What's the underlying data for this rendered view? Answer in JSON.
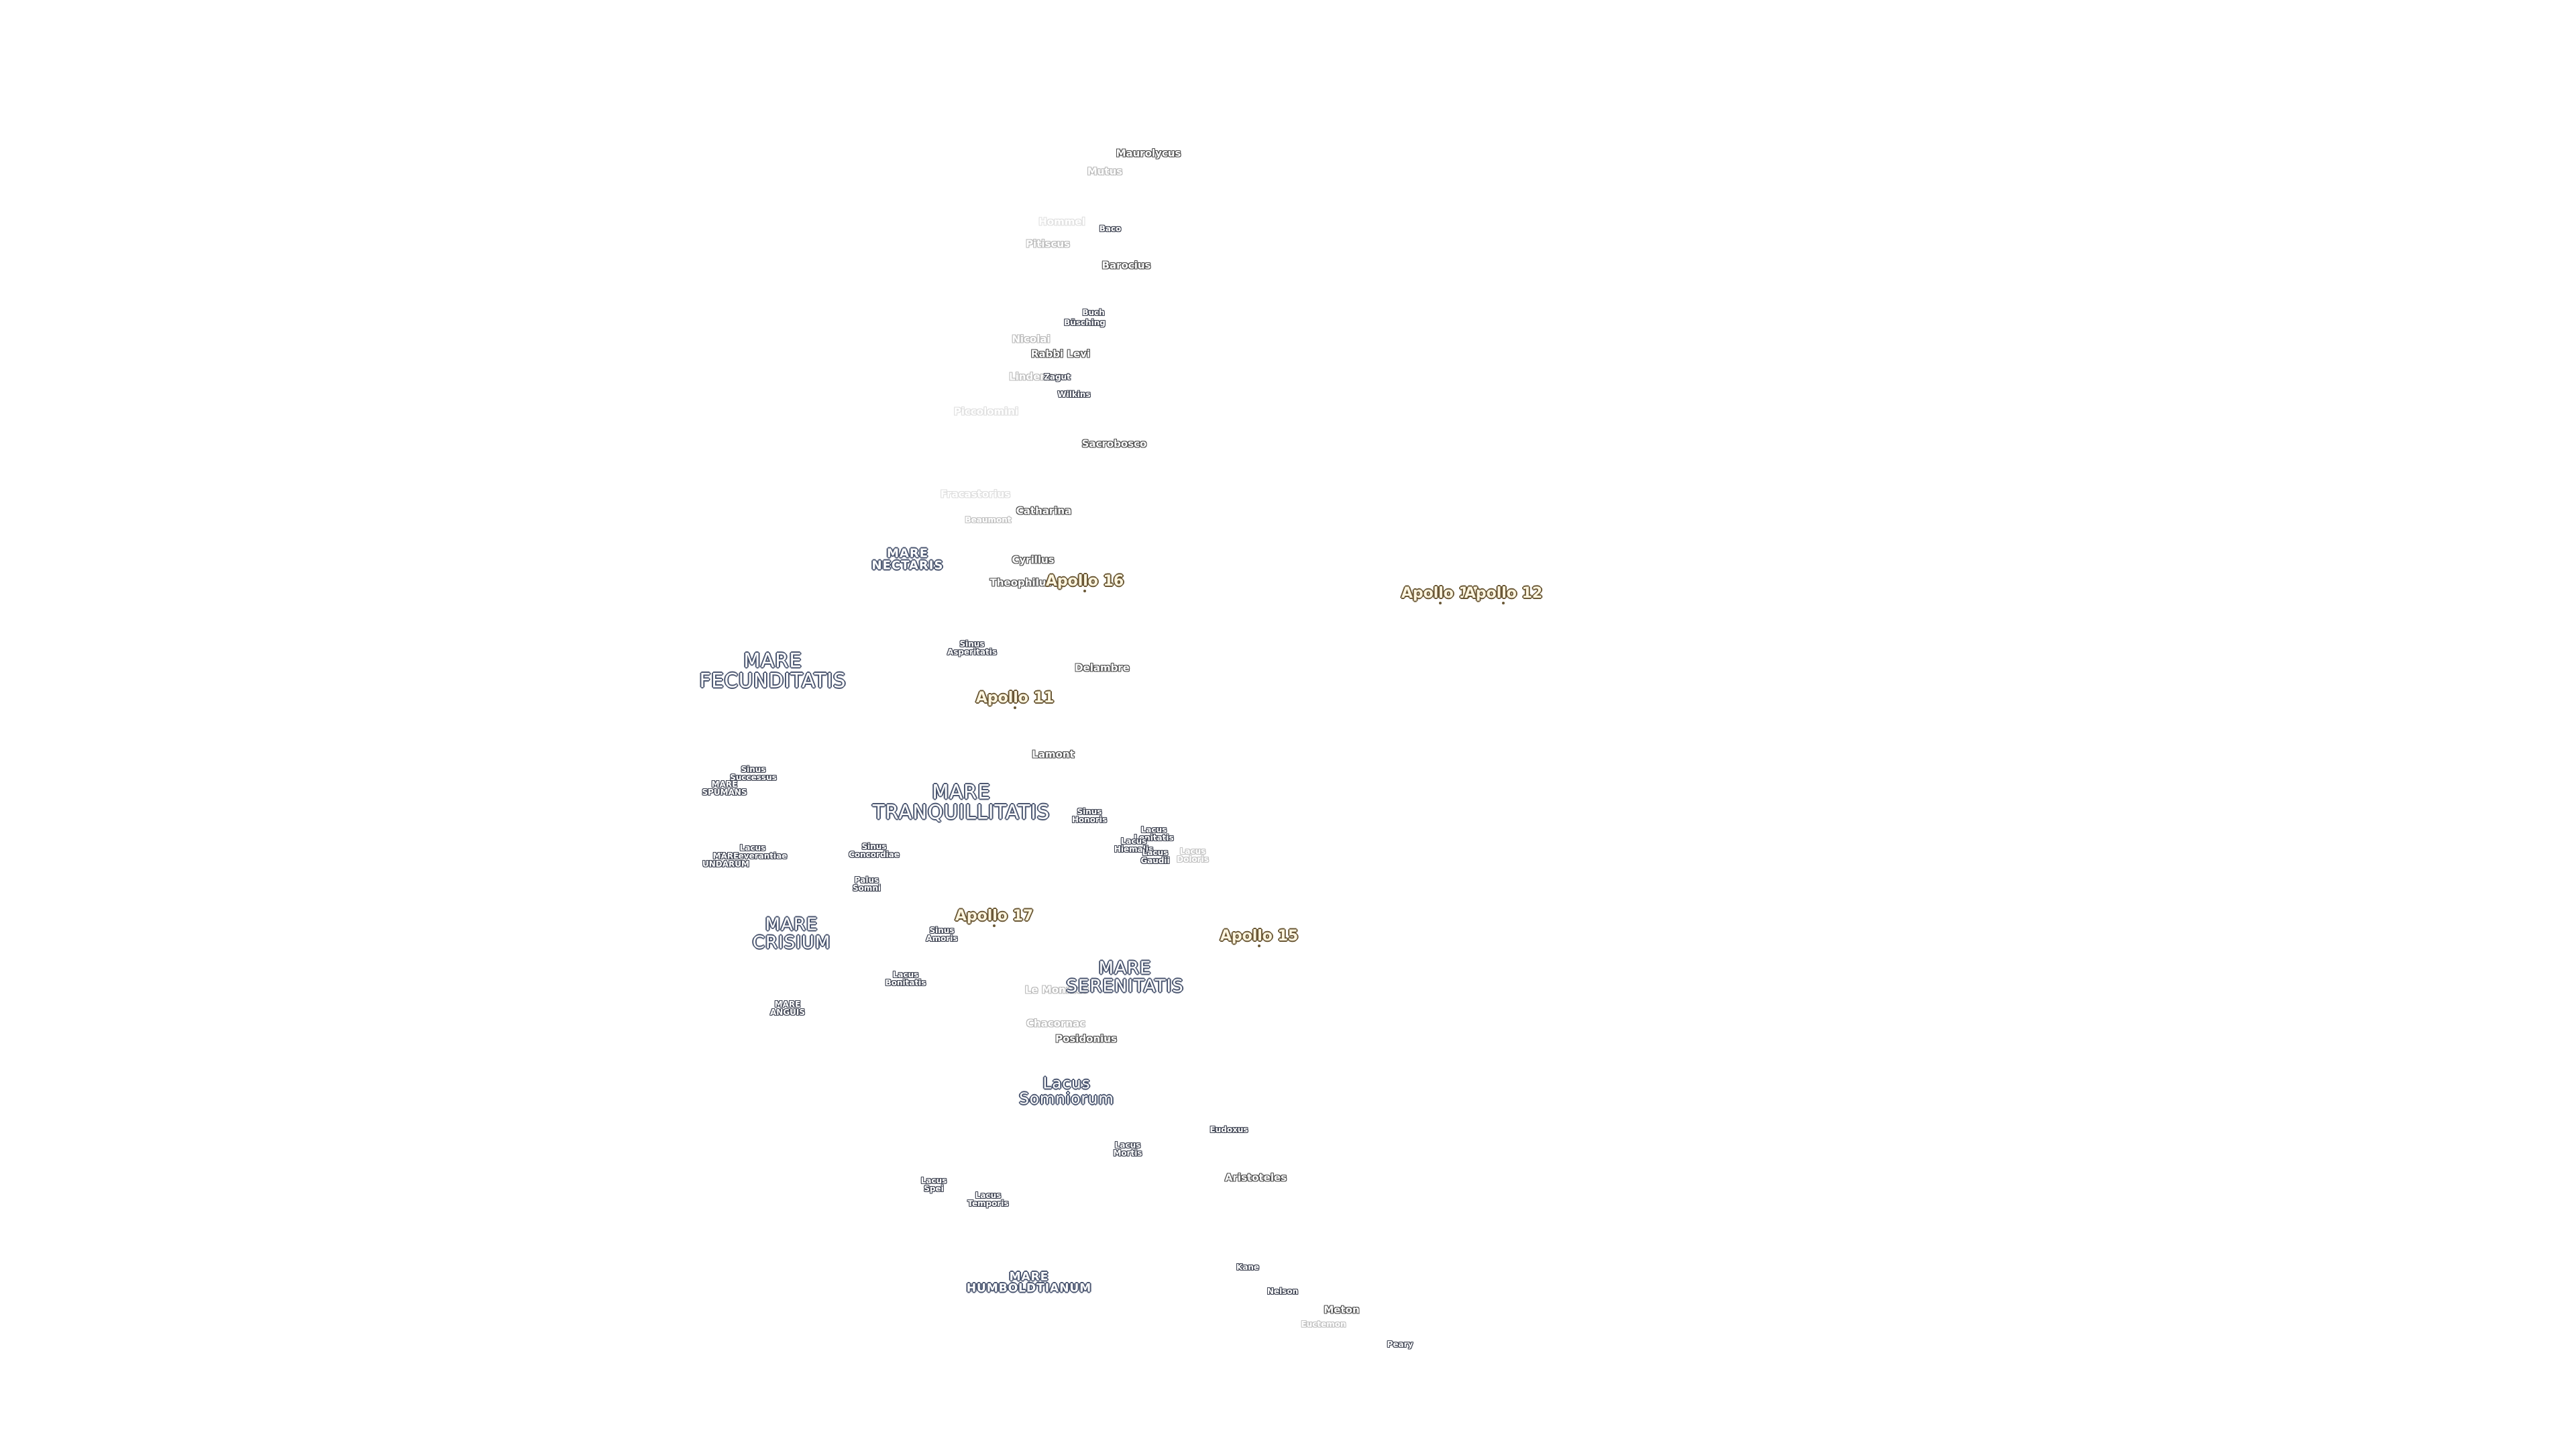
{
  "map": {
    "colors": {
      "background": "#ffffff",
      "crater_outline": "#4a4a4a",
      "mare_outline": "#4b5670",
      "apollo_outline": "#6a5836"
    },
    "craters": [
      "Maurolycus",
      "Mutus",
      "Hommel",
      "Baco",
      "Pitiscus",
      "Barocius",
      "Buch",
      "Büsching",
      "Nicolai",
      "Rabbi Levi",
      "Lindenau",
      "Zagut",
      "Wilkins",
      "Piccolomini",
      "Sacrobosco",
      "Fracastorius",
      "Catharina",
      "Beaumont",
      "Cyrillus",
      "Theophilus",
      "Delambre",
      "Lamont",
      "Le Monnier",
      "Chacornac",
      "Posidonius",
      "Eudoxus",
      "Aristoteles",
      "Kane",
      "Nelson",
      "Meton",
      "Euctemon",
      "Peary"
    ],
    "small_features": [
      "Sinus\nAsperitatis",
      "Sinus\nSuccessus",
      "MARE\nSPUMANS",
      "Lacus\nPerseverantiae",
      "MARE\nUNDARUM",
      "Sinus\nConcordiae",
      "Palus\nSomni",
      "Sinus\nHonoris",
      "Lacus\nLenitatis",
      "Lacus\nHiemalis",
      "Lacus\nGaudii",
      "Lacus\nDoloris",
      "Sinus\nAmoris",
      "Lacus\nBonitatis",
      "MARE\nANGUIS",
      "Lacus\nMortis",
      "Lacus\nSpei",
      "Lacus\nTemporis"
    ],
    "maria": [
      "MARE\nNECTARIS",
      "MARE\nFECUNDITATIS",
      "MARE\nTRANQUILLITATIS",
      "MARE\nCRISIUM",
      "MARE\nSERENITATIS",
      "Lacus\nSomniorum",
      "MARE\nHUMBOLDTIANUM"
    ],
    "apollo_sites": [
      "Apollo 16",
      "Apollo 14",
      "Apollo 12",
      "Apollo 11",
      "Apollo 17",
      "Apollo 15"
    ]
  }
}
